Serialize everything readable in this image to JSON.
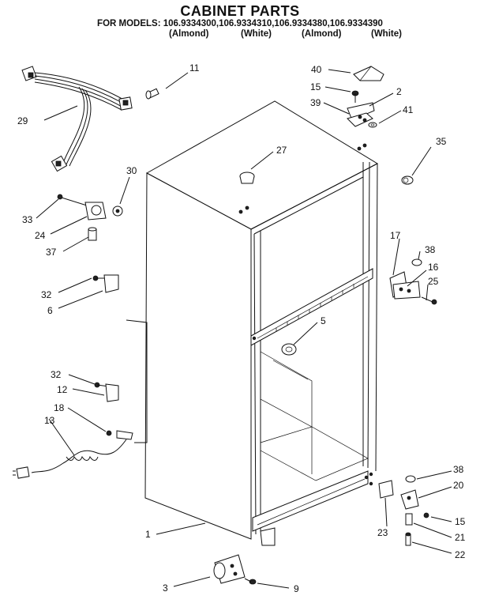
{
  "title": "CABINET PARTS",
  "models_line": "FOR MODELS: 106.9334300,106.9334310,106.9334380,106.9334390",
  "variants": [
    "(Almond)",
    "(White)",
    "(Almond)",
    "(White)"
  ],
  "callouts": {
    "p1": "1",
    "p2": "2",
    "p3": "3",
    "p5": "5",
    "p6": "6",
    "p9": "9",
    "p11": "11",
    "p12": "12",
    "p13": "13",
    "p15a": "15",
    "p15b": "15",
    "p16": "16",
    "p17": "17",
    "p18": "18",
    "p20": "20",
    "p21": "21",
    "p22": "22",
    "p23": "23",
    "p24": "24",
    "p25": "25",
    "p27": "27",
    "p29": "29",
    "p30": "30",
    "p32a": "32",
    "p32b": "32",
    "p33": "33",
    "p35": "35",
    "p37": "37",
    "p38a": "38",
    "p38b": "38",
    "p39": "39",
    "p40": "40",
    "p41": "41"
  }
}
